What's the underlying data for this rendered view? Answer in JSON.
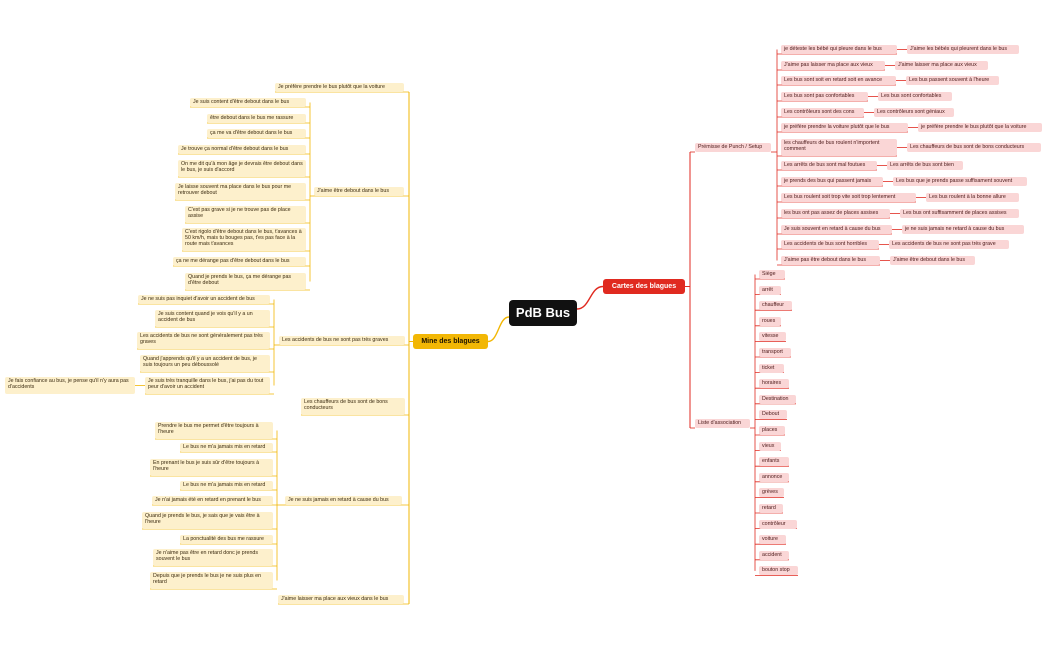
{
  "root": "PdB Bus",
  "mine": {
    "label": "Mine des blagues",
    "top_item": "Je préfère prendre le bus plutôt que la voiture",
    "debout": {
      "label": "J'aime être debout dans le bus",
      "items": [
        "Je suis content d'être debout dans le bus",
        "être debout dans le bus me rassure",
        "ça me va d'être debout dans le bus",
        "Je trouve ça normal d'être debout dans le bus",
        "On me dit qu'à mon âge je devrais être debout dans le bus, je suis d'accord",
        "Je laisse souvent ma place dans le bus pour me retrouver debout",
        "C'est pas grave si je ne trouve pas de place assise",
        "C'est rigolo d'être debout dans le bus, t'avances à 50 km/h, mais tu bouges pas, t'es pas face à la route mais t'avances",
        "ça ne me dérange pas d'être debout dans le bus",
        "Quand je prends le bus, ça me dérange pas d'être debout"
      ]
    },
    "accidents": {
      "label": "Les accidents de bus ne sont pas très graves",
      "items": [
        "Je ne suis pas inquiet d'avoir un accident de bus",
        "Je suis content quand je vois qu'il y a un accident de bus",
        "Les accidents de bus ne sont généralement pas très graves",
        "Quand j'apprends qu'il y a un accident de bus, je suis toujours un peu déboussolé",
        "Je suis très tranquille dans le bus, j'ai pas du tout peur d'avoir un accident"
      ],
      "sub_item": "Je fais confiance au bus, je pense qu'il n'y aura pas d'accidents"
    },
    "chauffeurs": "Les chauffeurs de bus sont de bons conducteurs",
    "retard": {
      "label": "Je ne suis jamais en retard à cause du bus",
      "items": [
        "Prendre le bus me permet d'être toujours à l'heure",
        "Le bus ne m'a jamais mis en retard",
        "En prenant le bus je suis sûr d'être toujours à l'heure",
        "Le bus ne m'a jamais mis en retard",
        "Je n'ai jamais été en retard en prenant le bus",
        "Quand je prends le bus, je sais que je vais être à l'heure",
        "La ponctualité des bus me rassure",
        "Je n'aime pas être en retard donc je prends souvent le bus",
        "Depuis que je prends le bus je ne suis plus en retard"
      ]
    },
    "vieux": "J'aime laisser ma place aux vieux dans le bus"
  },
  "cartes": {
    "label": "Cartes des blagues",
    "premisse": {
      "label": "Prémisse de Punch / Setup",
      "pairs": [
        [
          "je déteste les bébé qui pleure dans le bus",
          "J'aime les bébés qui pleurent dans le bus"
        ],
        [
          "J'aime pas laisser ma place aux vieux",
          "J'aime laisser ma place aux vieux"
        ],
        [
          "Les bus sont soit en retard soit en avance",
          "Les bus passent souvent à l'heure"
        ],
        [
          "Les bus sont pas confortables",
          "Les bus sont confortables"
        ],
        [
          "Les contrôleurs sont des cons",
          "Les contrôleurs sont géniaux"
        ],
        [
          "je préfère prendre la voiture plutôt que le bus",
          "je préfère prendre le bus plutôt que la voiture"
        ],
        [
          "les chauffeurs de bus roulent n'importent comment",
          "Les chauffeurs de bus sont de bons conducteurs"
        ],
        [
          "Les arrêts de bus sont mal foutues",
          "Les arrêts de bus sont bien"
        ],
        [
          "je prends des bus qui passent jamais",
          "Les bus que je prends passe suffisament souvent"
        ],
        [
          "Les bus roulent soit trop vite soit trop lentement",
          "Les bus roulent à la bonne allure"
        ],
        [
          "les bus ont pas assez de places assises",
          "Les bus ont suffisamment de places assises"
        ],
        [
          "Je suis souvent en retard à cause du bus",
          "je ne suis jamais ne retard à cause du bus"
        ],
        [
          "Les accidents de bus sont horribles",
          "Les accidents de bus ne sont pas très grave"
        ],
        [
          "J'aime pas être debout dans le bus",
          "J'aime être debout dans le bus"
        ]
      ]
    },
    "association": {
      "label": "Liste d'association",
      "items": [
        "Siège",
        "arrêt",
        "chauffeur",
        "roues",
        "vitesse",
        "transport",
        "ticket",
        "horaires",
        "Destination",
        "Debout",
        "places",
        "vieux",
        "enfants",
        "annonce",
        "grèves",
        "retard",
        "contrôleur",
        "voiture",
        "accident",
        "bouton stop"
      ]
    }
  },
  "colors": {
    "yellow_line": "#f2b705",
    "red_line": "#e02a20",
    "yellow_node": "#fdf0cc",
    "red_node": "#fad6d6"
  }
}
